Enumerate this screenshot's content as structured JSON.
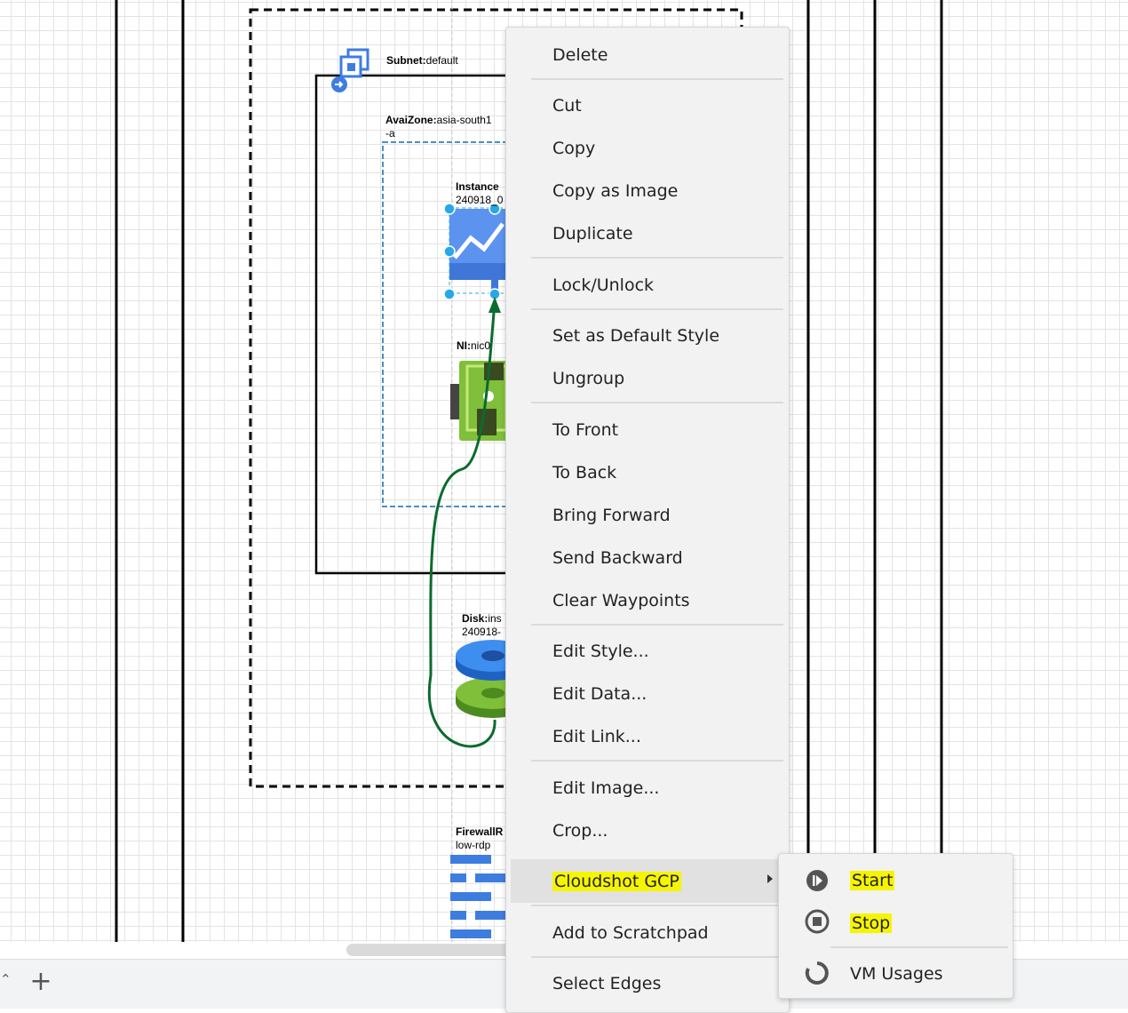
{
  "diagram": {
    "subnet_key": "Subnet:",
    "subnet_val": "default",
    "zone_key": "AvaiZone:",
    "zone_val": "asia-south1",
    "zone_val2": "-a",
    "instance_key": "Instance",
    "instance_val": "240918_0",
    "ni_key": "NI:",
    "ni_val": "nic0",
    "disk_key": "Disk:",
    "disk_val": "ins",
    "disk_val2": "240918-",
    "fw_key": "FirewallR",
    "fw_val": "low-rdp"
  },
  "context_menu": {
    "items": [
      "Delete",
      "Cut",
      "Copy",
      "Copy as Image",
      "Duplicate",
      "Lock/Unlock",
      "Set as Default Style",
      "Ungroup",
      "To Front",
      "To Back",
      "Bring Forward",
      "Send Backward",
      "Clear Waypoints",
      "Edit Style...",
      "Edit Data...",
      "Edit Link...",
      "Edit Image...",
      "Crop...",
      "Cloudshot GCP",
      "Add to Scratchpad",
      "Select Edges"
    ]
  },
  "submenu": {
    "start": "Start",
    "stop": "Stop",
    "vm_usages": "VM Usages"
  },
  "colors": {
    "highlight": "#f6f500",
    "edge_green": "#0b6b2e",
    "handle_blue": "#29a8e8"
  }
}
